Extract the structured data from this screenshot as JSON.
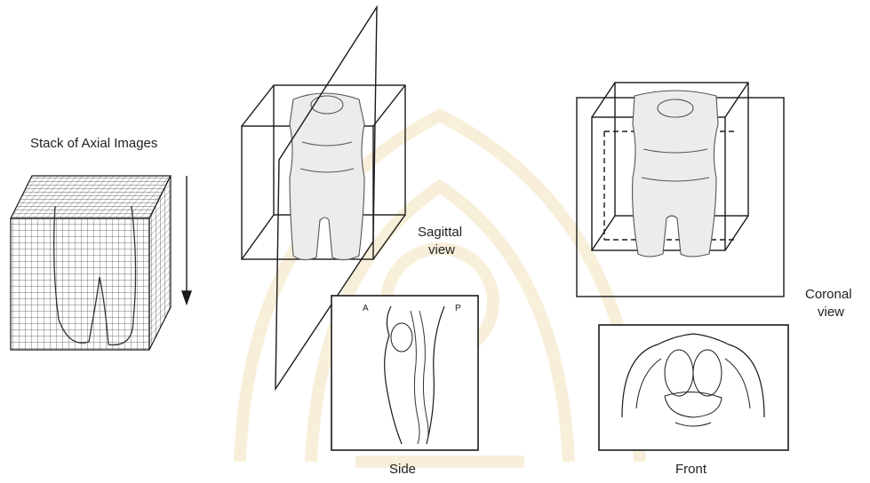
{
  "labels": {
    "stack": "Stack of Axial Images",
    "sagittal_line1": "Sagittal",
    "sagittal_line2": "view",
    "coronal_line1": "Coronal",
    "coronal_line2": "view",
    "side": "Side",
    "front": "Front",
    "inset_anterior": "A",
    "inset_posterior": "P"
  },
  "colors": {
    "line": "#1a1a1a",
    "grid": "#444444",
    "watermark": "#d9a836"
  }
}
